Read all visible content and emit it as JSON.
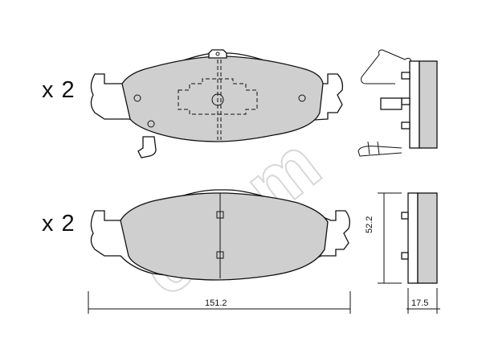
{
  "quantities": {
    "top": "x 2",
    "bottom": "x 2"
  },
  "dimensions": {
    "width": "151.2",
    "height": "52.2",
    "thickness": "17.5"
  },
  "watermark": {
    "text": "cifam",
    "color": "#d8d8d8"
  },
  "colors": {
    "pad_fill": "#cfcfcf",
    "outline": "#111111"
  }
}
